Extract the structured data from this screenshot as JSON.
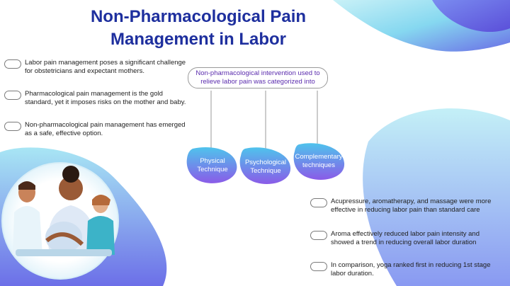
{
  "title": {
    "line1": "Non-Pharmacological Pain",
    "line2": "Management in Labor"
  },
  "left_points": [
    {
      "line1": "Labor pain management poses a significant challenge",
      "line2": "for obstetricians and expectant mothers."
    },
    {
      "line1": "Pharmacological pain management is the gold",
      "line2": "standard, yet it imposes risks on the mother and baby."
    },
    {
      "line1": "Non-pharmacological pain management has emerged",
      "line2": "as a safe, effective option."
    }
  ],
  "diagram": {
    "root_line1": "Non-pharmacological intervention used to",
    "root_line2": "relieve labor pain was categorized into",
    "categories": [
      {
        "line1": "Physical",
        "line2": "Technique"
      },
      {
        "line1": "Psychological",
        "line2": "Technique"
      },
      {
        "line1": "Complementary",
        "line2": "techniques"
      }
    ]
  },
  "right_points": [
    {
      "line1": "Acupressure, aromatherapy, and massage were more",
      "line2": "effective in reducing labor pain than standard care"
    },
    {
      "line1": "Aroma effectively reduced labor pain intensity and",
      "line2": "showed a trend in reducing overall labor duration"
    },
    {
      "line1": "In comparison, yoga ranked first in reducing 1st stage",
      "line2": "labor duration."
    }
  ],
  "colors": {
    "title": "#1e2f9e",
    "root_text": "#5b2cae",
    "blob_light": "#8fe3f0",
    "blob_dark": "#6b5ce0",
    "node_top": "#4fc3ec",
    "node_bottom": "#8a5be8"
  },
  "illustration": "medical-staff-with-pregnant-woman"
}
